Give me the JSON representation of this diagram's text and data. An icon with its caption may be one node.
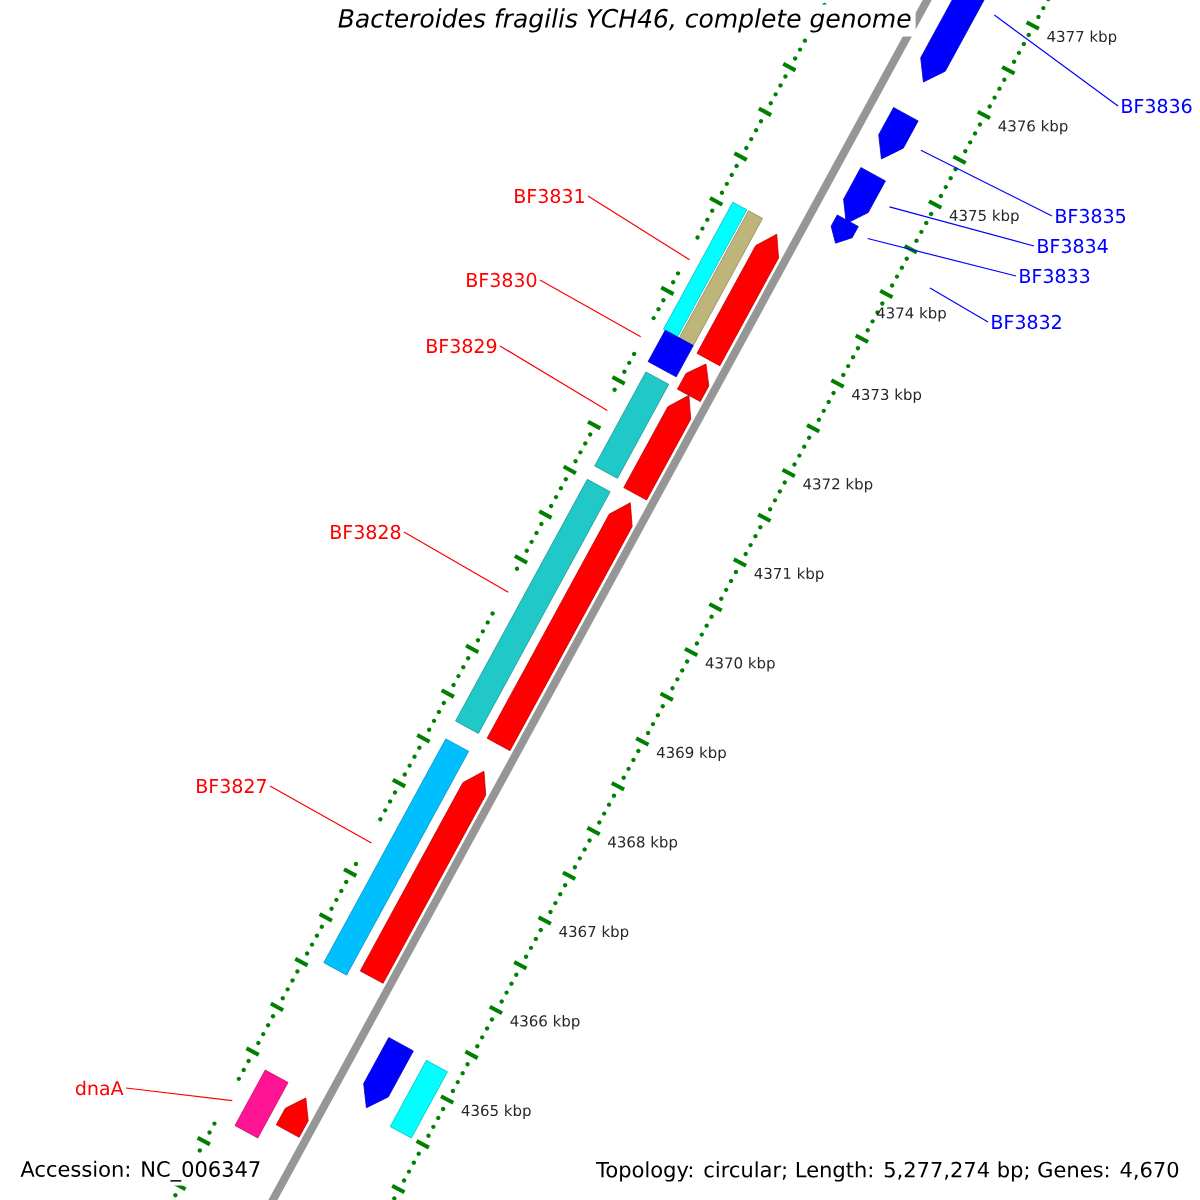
{
  "diagram": {
    "title": "Bacteroides fragilis YCH46, complete genome",
    "nodes": [
      {
        "text": [
          "BF3836"
        ]
      },
      {
        "text": [
          "BF3835"
        ]
      },
      {
        "text": [
          "BF3834"
        ]
      },
      {
        "text": [
          "BF3833"
        ]
      },
      {
        "text": [
          "BF3832"
        ]
      },
      {
        "text": [
          "BF3831"
        ]
      },
      {
        "text": [
          "BF3830"
        ]
      },
      {
        "text": [
          "BF3829"
        ]
      },
      {
        "text": [
          "BF3828"
        ]
      },
      {
        "text": [
          "BF3827"
        ]
      },
      {
        "text": [
          "dnaA"
        ]
      },
      {
        "text": [],
        "shape": "bar"
      },
      {
        "text": [],
        "shape": "bar"
      },
      {
        "text": [],
        "shape": "bar"
      },
      {
        "text": [],
        "shape": "bar"
      },
      {
        "text": [],
        "shape": "bar"
      },
      {
        "text": [],
        "shape": "bar"
      },
      {
        "text": [],
        "shape": "bar"
      },
      {
        "text": [],
        "shape": "bar"
      },
      {
        "text": [],
        "shape": "bar"
      },
      {
        "text": [],
        "shape": "bar"
      },
      {
        "text": [],
        "shape": "bar"
      },
      {
        "text": [],
        "shape": "bar"
      },
      {
        "text": [],
        "shape": "bar"
      },
      {
        "text": [],
        "shape": "bar"
      },
      {
        "text": [],
        "shape": "bar"
      },
      {
        "text": [],
        "shape": "bar"
      },
      {
        "text": [],
        "shape": "bar"
      },
      {
        "text": [],
        "shape": "bar"
      },
      {
        "text": [],
        "shape": "bar"
      }
    ],
    "edges": [
      {
        "from": 0,
        "to": 11,
        "arrow": "none",
        "color": "#0000ff"
      },
      {
        "from": 1,
        "to": 12,
        "arrow": "none",
        "color": "#0000ff"
      },
      {
        "from": 2,
        "to": 13,
        "arrow": "none",
        "color": "#0000ff"
      },
      {
        "from": 3,
        "to": 14,
        "arrow": "none",
        "color": "#0000ff"
      },
      {
        "from": 4,
        "to": null,
        "arrow": "none",
        "color": "#0000ff"
      },
      {
        "from": 5,
        "to": 15,
        "arrow": "none"
      },
      {
        "from": 6,
        "to": 18,
        "arrow": "none"
      },
      {
        "from": 7,
        "to": 20,
        "arrow": "none"
      },
      {
        "from": 8,
        "to": 22,
        "arrow": "none"
      },
      {
        "from": 9,
        "to": 24,
        "arrow": "none"
      },
      {
        "from": 10,
        "to": 28,
        "arrow": "none"
      }
    ],
    "labels": [
      "4377 kbp",
      "4376 kbp",
      "4375 kbp",
      "4374 kbp",
      "4373 kbp",
      "4372 kbp",
      "4371 kbp",
      "4370 kbp",
      "4369 kbp",
      "4368 kbp",
      "4367 kbp",
      "4366 kbp",
      "4365 kbp",
      "Accession: NC_006347",
      "Topology: circular; Length: 5,277,274 bp; Genes: 4,670"
    ]
  }
}
